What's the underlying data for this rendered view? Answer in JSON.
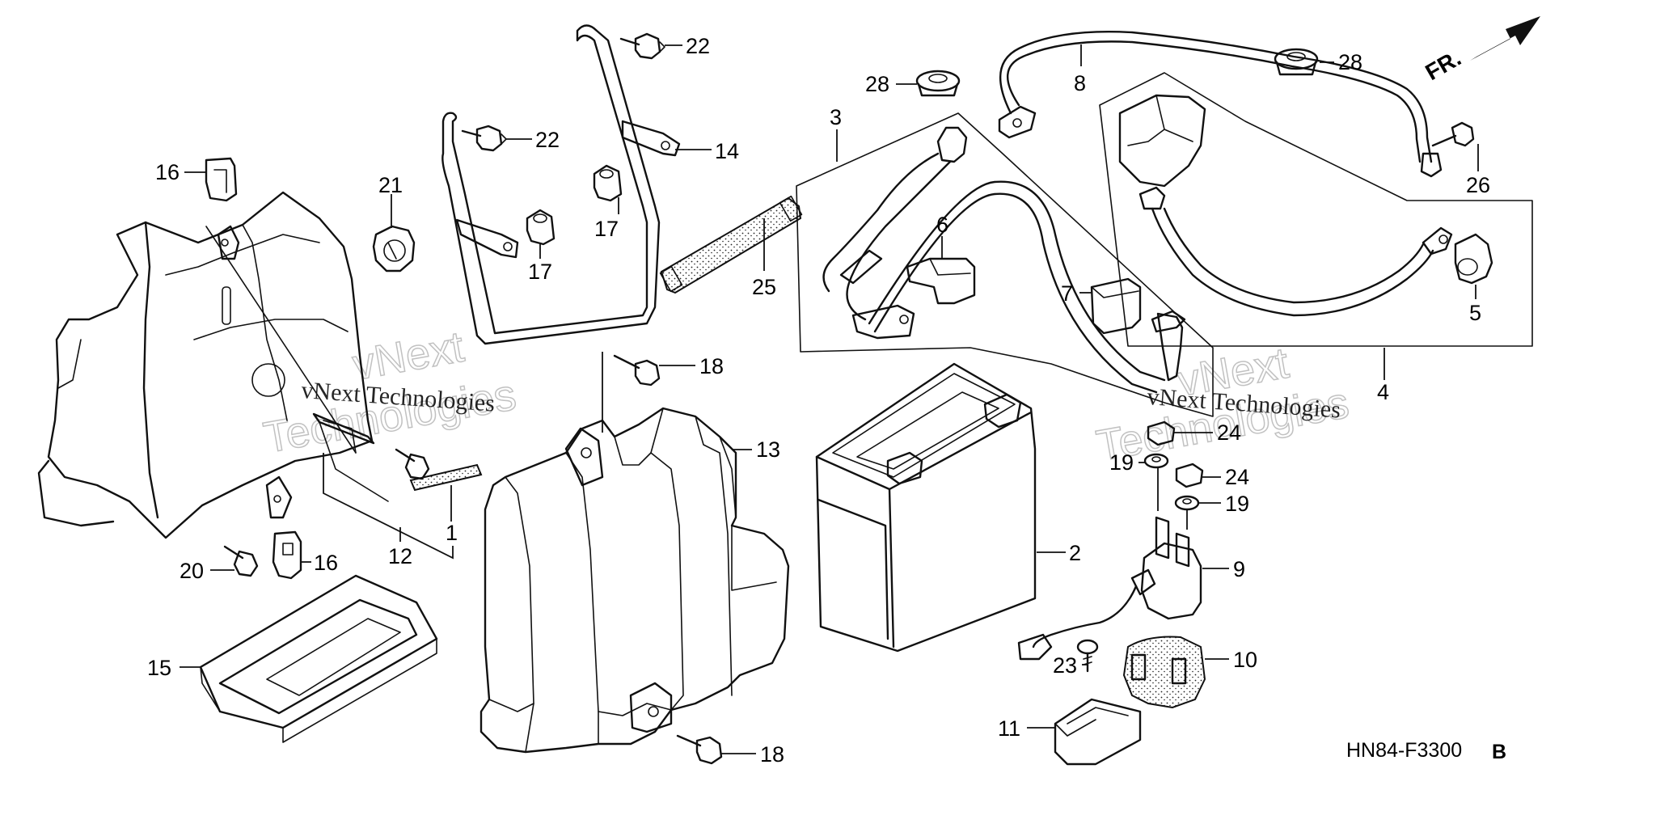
{
  "diagram": {
    "drawing_code": "HN84-F3300",
    "drawing_revision": "B",
    "direction_label": "FR.",
    "watermark_lines": [
      "vNext",
      "Technologies"
    ],
    "watermark_text": "vNext Technologies",
    "callouts": [
      {
        "id": "c1",
        "number": "1"
      },
      {
        "id": "c2",
        "number": "2"
      },
      {
        "id": "c3",
        "number": "3"
      },
      {
        "id": "c4",
        "number": "4"
      },
      {
        "id": "c5",
        "number": "5"
      },
      {
        "id": "c6",
        "number": "6"
      },
      {
        "id": "c7",
        "number": "7"
      },
      {
        "id": "c8",
        "number": "8"
      },
      {
        "id": "c9",
        "number": "9"
      },
      {
        "id": "c10",
        "number": "10"
      },
      {
        "id": "c11",
        "number": "11"
      },
      {
        "id": "c12",
        "number": "12"
      },
      {
        "id": "c13",
        "number": "13"
      },
      {
        "id": "c14",
        "number": "14"
      },
      {
        "id": "c15",
        "number": "15"
      },
      {
        "id": "c16a",
        "number": "16"
      },
      {
        "id": "c16b",
        "number": "16"
      },
      {
        "id": "c17a",
        "number": "17"
      },
      {
        "id": "c17b",
        "number": "17"
      },
      {
        "id": "c18a",
        "number": "18"
      },
      {
        "id": "c18b",
        "number": "18"
      },
      {
        "id": "c19a",
        "number": "19"
      },
      {
        "id": "c19b",
        "number": "19"
      },
      {
        "id": "c20",
        "number": "20"
      },
      {
        "id": "c21",
        "number": "21"
      },
      {
        "id": "c22a",
        "number": "22"
      },
      {
        "id": "c22b",
        "number": "22"
      },
      {
        "id": "c23",
        "number": "23"
      },
      {
        "id": "c24a",
        "number": "24"
      },
      {
        "id": "c24b",
        "number": "24"
      },
      {
        "id": "c25",
        "number": "25"
      },
      {
        "id": "c26",
        "number": "26"
      },
      {
        "id": "c28a",
        "number": "28"
      },
      {
        "id": "c28b",
        "number": "28"
      }
    ]
  }
}
